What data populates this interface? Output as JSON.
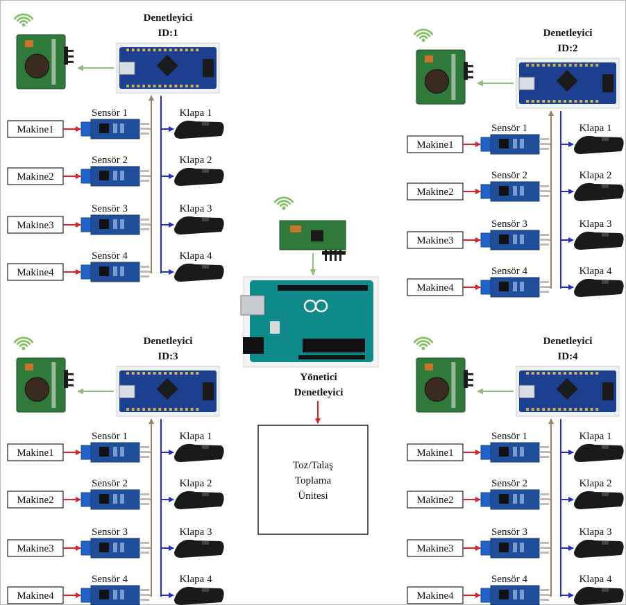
{
  "controllers": [
    {
      "title_line1": "Denetleyici",
      "title_line2": "ID:1",
      "machines": [
        "Makine1",
        "Makine2",
        "Makine3",
        "Makine4"
      ],
      "sensors": [
        "Sensör 1",
        "Sensör 2",
        "Sensör 3",
        "Sensör 4"
      ],
      "valves": [
        "Klapa 1",
        "Klapa 2",
        "Klapa 3",
        "Klapa 4"
      ]
    },
    {
      "title_line1": "Denetleyici",
      "title_line2": "ID:2",
      "machines": [
        "Makine1",
        "Makine2",
        "Makine3",
        "Makine4"
      ],
      "sensors": [
        "Sensör 1",
        "Sensör 2",
        "Sensör 3",
        "Sensör 4"
      ],
      "valves": [
        "Klapa 1",
        "Klapa 2",
        "Klapa 3",
        "Klapa 4"
      ]
    },
    {
      "title_line1": "Denetleyici",
      "title_line2": "ID:3",
      "machines": [
        "Makine1",
        "Makine2",
        "Makine3",
        "Makine4"
      ],
      "sensors": [
        "Sensör 1",
        "Sensör 2",
        "Sensör 3",
        "Sensör 4"
      ],
      "valves": [
        "Klapa 1",
        "Klapa 2",
        "Klapa 3",
        "Klapa 4"
      ]
    },
    {
      "title_line1": "Denetleyici",
      "title_line2": "ID:4",
      "machines": [
        "Makine1",
        "Makine2",
        "Makine3",
        "Makine4"
      ],
      "sensors": [
        "Sensör 1",
        "Sensör 2",
        "Sensör 3",
        "Sensör 4"
      ],
      "valves": [
        "Klapa 1",
        "Klapa 2",
        "Klapa 3",
        "Klapa 4"
      ]
    }
  ],
  "master": {
    "title_line1": "Yönetici",
    "title_line2": "Denetleyici"
  },
  "collector": {
    "lines": [
      "Toz/Talaş",
      "Toplama",
      "Ünitesi"
    ]
  },
  "colors": {
    "machine_to_sensor": "#e02020",
    "to_valve": "#1f2fd0",
    "bus": "#a08060",
    "radio_link": "#8fc07a",
    "arduino_nano": "#1c3f8f",
    "rf_module": "#2f7a3a",
    "arduino_uno": "#0f8a8a"
  }
}
